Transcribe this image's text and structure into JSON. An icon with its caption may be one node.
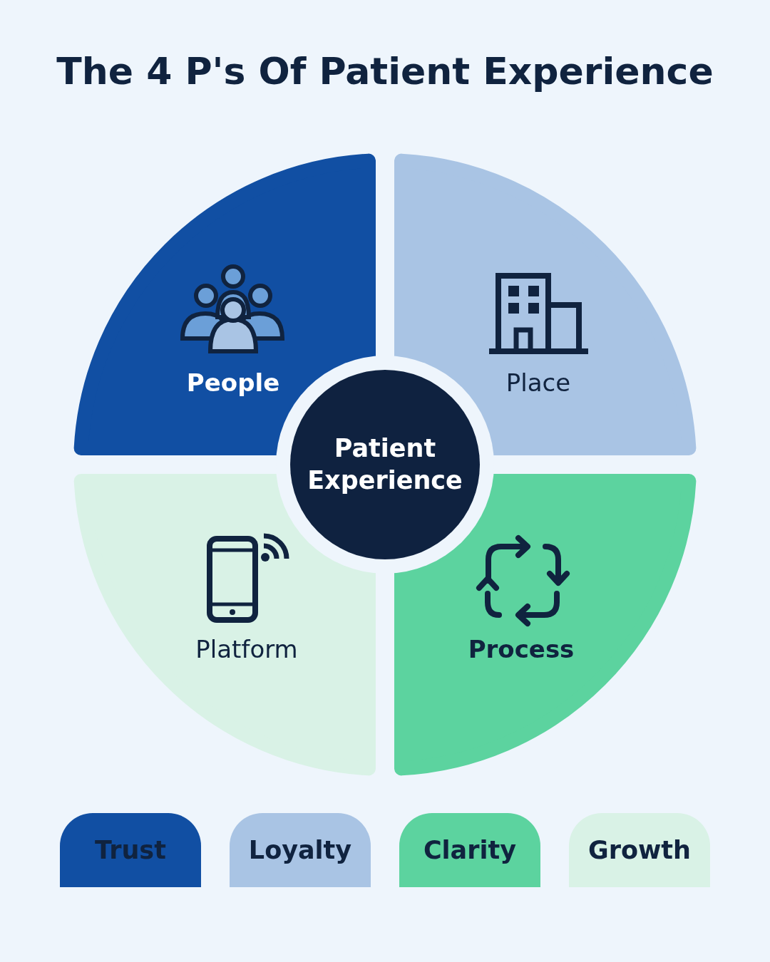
{
  "diagram": {
    "title": "The 4 P's Of Patient Experience",
    "nodes": [
      {
        "text": [
          "People"
        ]
      },
      {
        "text": [
          "Place"
        ]
      },
      {
        "text": [
          "Patient Experience"
        ]
      },
      {
        "text": [
          "Platform"
        ]
      },
      {
        "text": [
          "Process"
        ]
      },
      {
        "text": [
          "Trust"
        ]
      },
      {
        "text": [
          "Loyalty"
        ]
      },
      {
        "text": [
          "Clarity"
        ]
      },
      {
        "text": [
          "Growth"
        ]
      }
    ],
    "edges": []
  }
}
